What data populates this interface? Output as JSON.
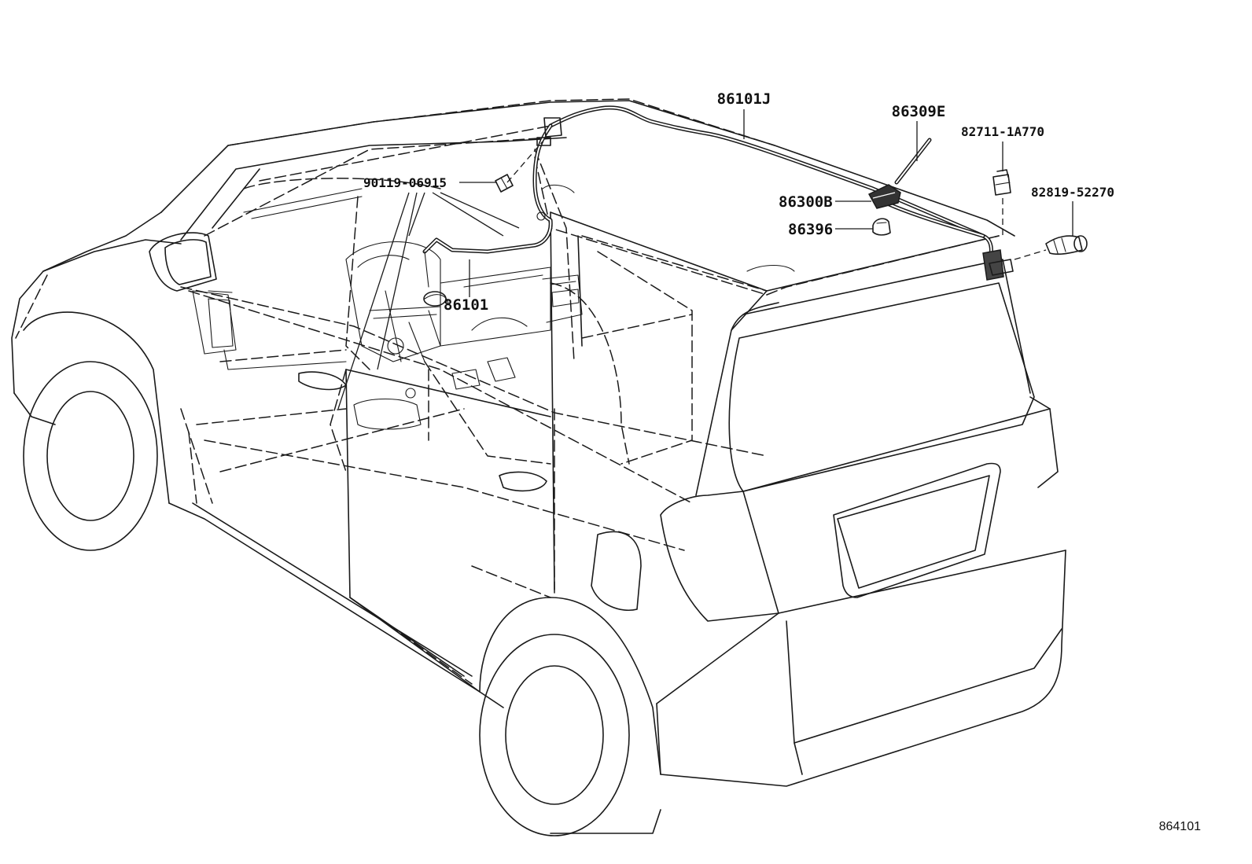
{
  "labels": {
    "antenna_cord_main": "86101J",
    "antenna_pole": "86309E",
    "wire_clamp": "82711-1A770",
    "antenna_base": "86300B",
    "cord_clamp": "86396",
    "plug": "82819-52270",
    "screw": "90119-06915",
    "antenna_cord_front": "86101",
    "catalog_code": "864101"
  },
  "colors": {
    "line": "#1a1a1a",
    "background": "#ffffff"
  }
}
